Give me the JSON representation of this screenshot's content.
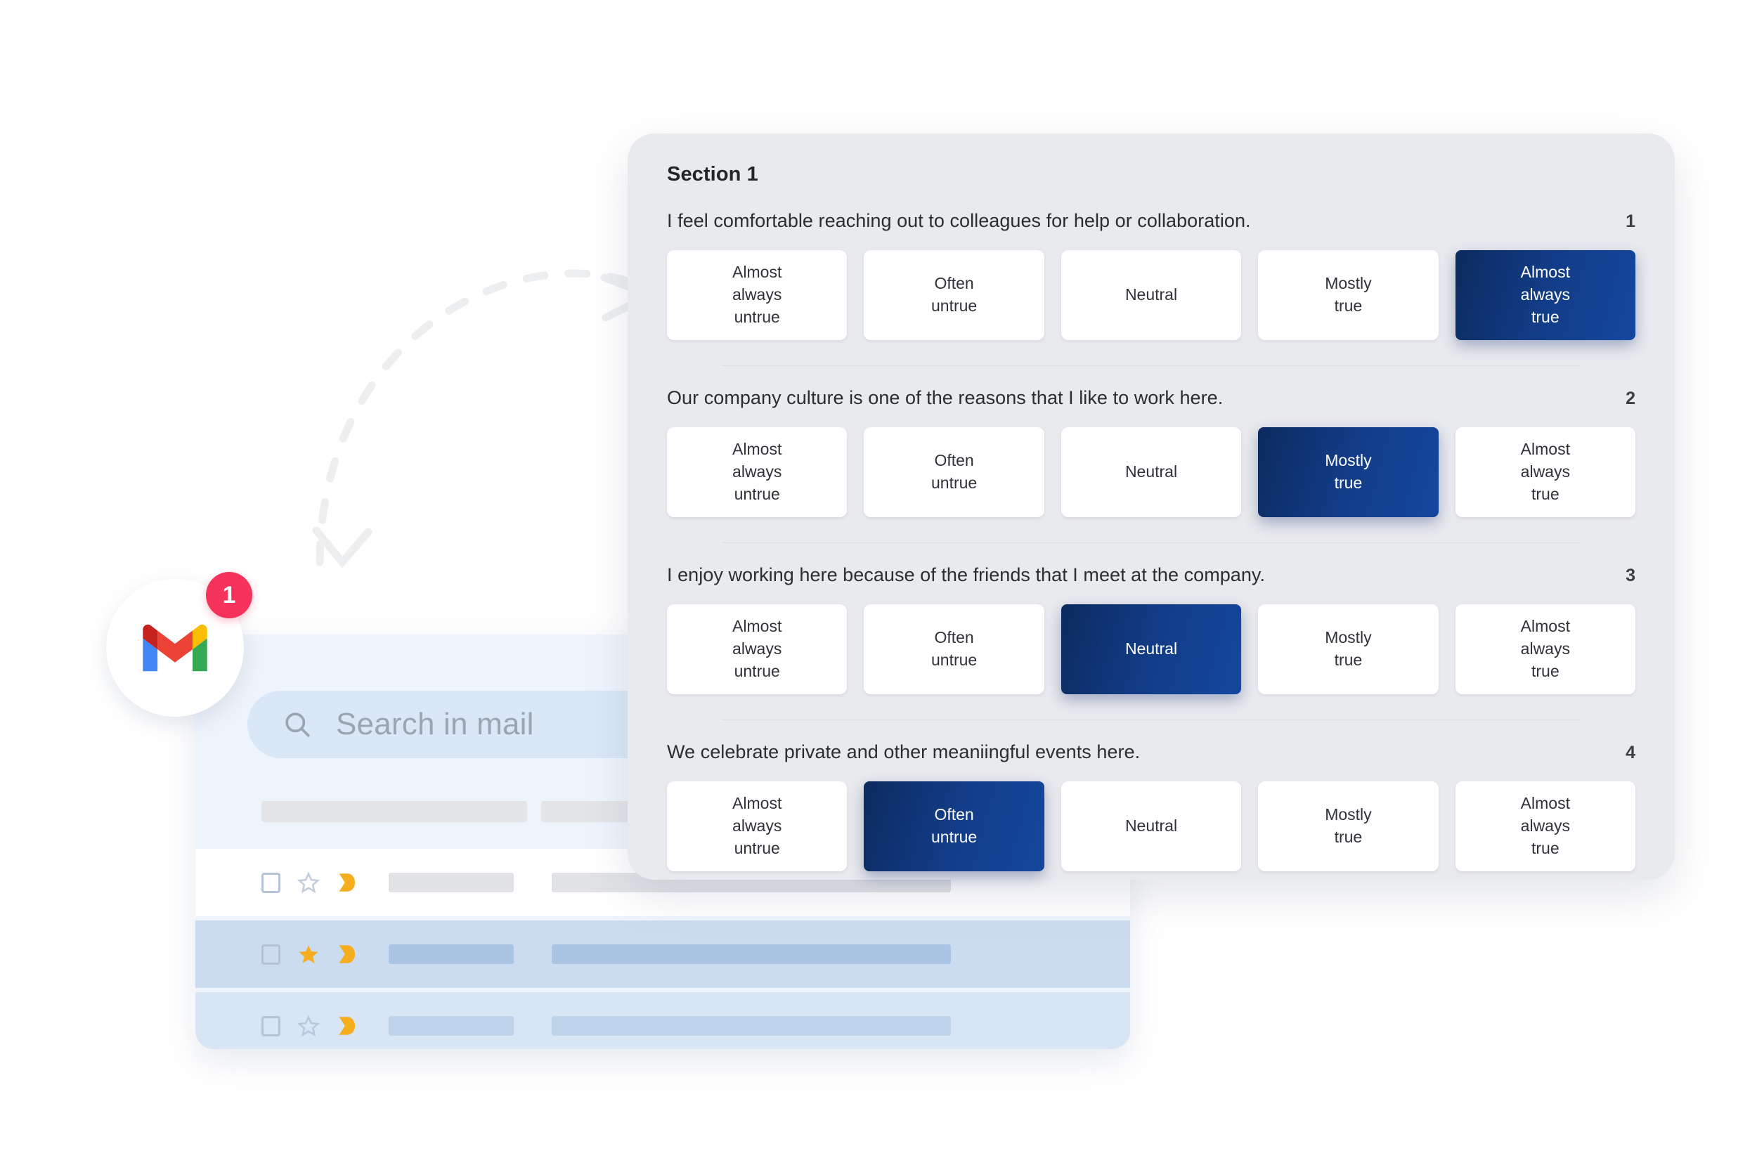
{
  "survey": {
    "section_title": "Section 1",
    "scale_options": [
      "Almost\nalways\nuntrue",
      "Often\nuntrue",
      "Neutral",
      "Mostly\ntrue",
      "Almost\nalways\ntrue"
    ],
    "accent_color": "#14479f",
    "accent_dark": "#0b2a5e",
    "panel_bg": "#e9eaee",
    "questions": [
      {
        "number": "1",
        "text": "I feel comfortable reaching out to colleagues for help or collaboration.",
        "options": [
          {
            "label": "Almost\nalways\nuntrue",
            "selected": false
          },
          {
            "label": "Often\nuntrue",
            "selected": false
          },
          {
            "label": "Neutral",
            "selected": false
          },
          {
            "label": "Mostly\ntrue",
            "selected": false
          },
          {
            "label": "Almost\nalways\ntrue",
            "selected": true
          }
        ]
      },
      {
        "number": "2",
        "text": "Our company culture is one of the reasons that I like to work here.",
        "options": [
          {
            "label": "Almost\nalways\nuntrue",
            "selected": false
          },
          {
            "label": "Often\nuntrue",
            "selected": false
          },
          {
            "label": "Neutral",
            "selected": false
          },
          {
            "label": "Mostly\ntrue",
            "selected": true
          },
          {
            "label": "Almost\nalways\ntrue",
            "selected": false
          }
        ]
      },
      {
        "number": "3",
        "text": "I enjoy working here because of the friends that I meet at the company.",
        "options": [
          {
            "label": "Almost\nalways\nuntrue",
            "selected": false
          },
          {
            "label": "Often\nuntrue",
            "selected": false
          },
          {
            "label": "Neutral",
            "selected": true
          },
          {
            "label": "Mostly\ntrue",
            "selected": false
          },
          {
            "label": "Almost\nalways\ntrue",
            "selected": false
          }
        ]
      },
      {
        "number": "4",
        "text": "We celebrate private and other meaniingful events here.",
        "options": [
          {
            "label": "Almost\nalways\nuntrue",
            "selected": false
          },
          {
            "label": "Often\nuntrue",
            "selected": true
          },
          {
            "label": "Neutral",
            "selected": false
          },
          {
            "label": "Mostly\ntrue",
            "selected": false
          },
          {
            "label": "Almost\nalways\ntrue",
            "selected": false
          }
        ]
      }
    ]
  },
  "mail": {
    "search": {
      "placeholder": "Search in mail",
      "icon": "search-icon"
    },
    "app_icon": {
      "name": "gmail-icon",
      "badge_count": "1",
      "badge_color": "#f5325b"
    },
    "rows": [
      {
        "checkbox": false,
        "starred": false,
        "important": true
      },
      {
        "checkbox": false,
        "starred": true,
        "important": true
      },
      {
        "checkbox": false,
        "starred": false,
        "important": true
      }
    ]
  },
  "decoration": {
    "arrow": "dashed-curved-arrow",
    "arrow_color": "#eceded"
  }
}
